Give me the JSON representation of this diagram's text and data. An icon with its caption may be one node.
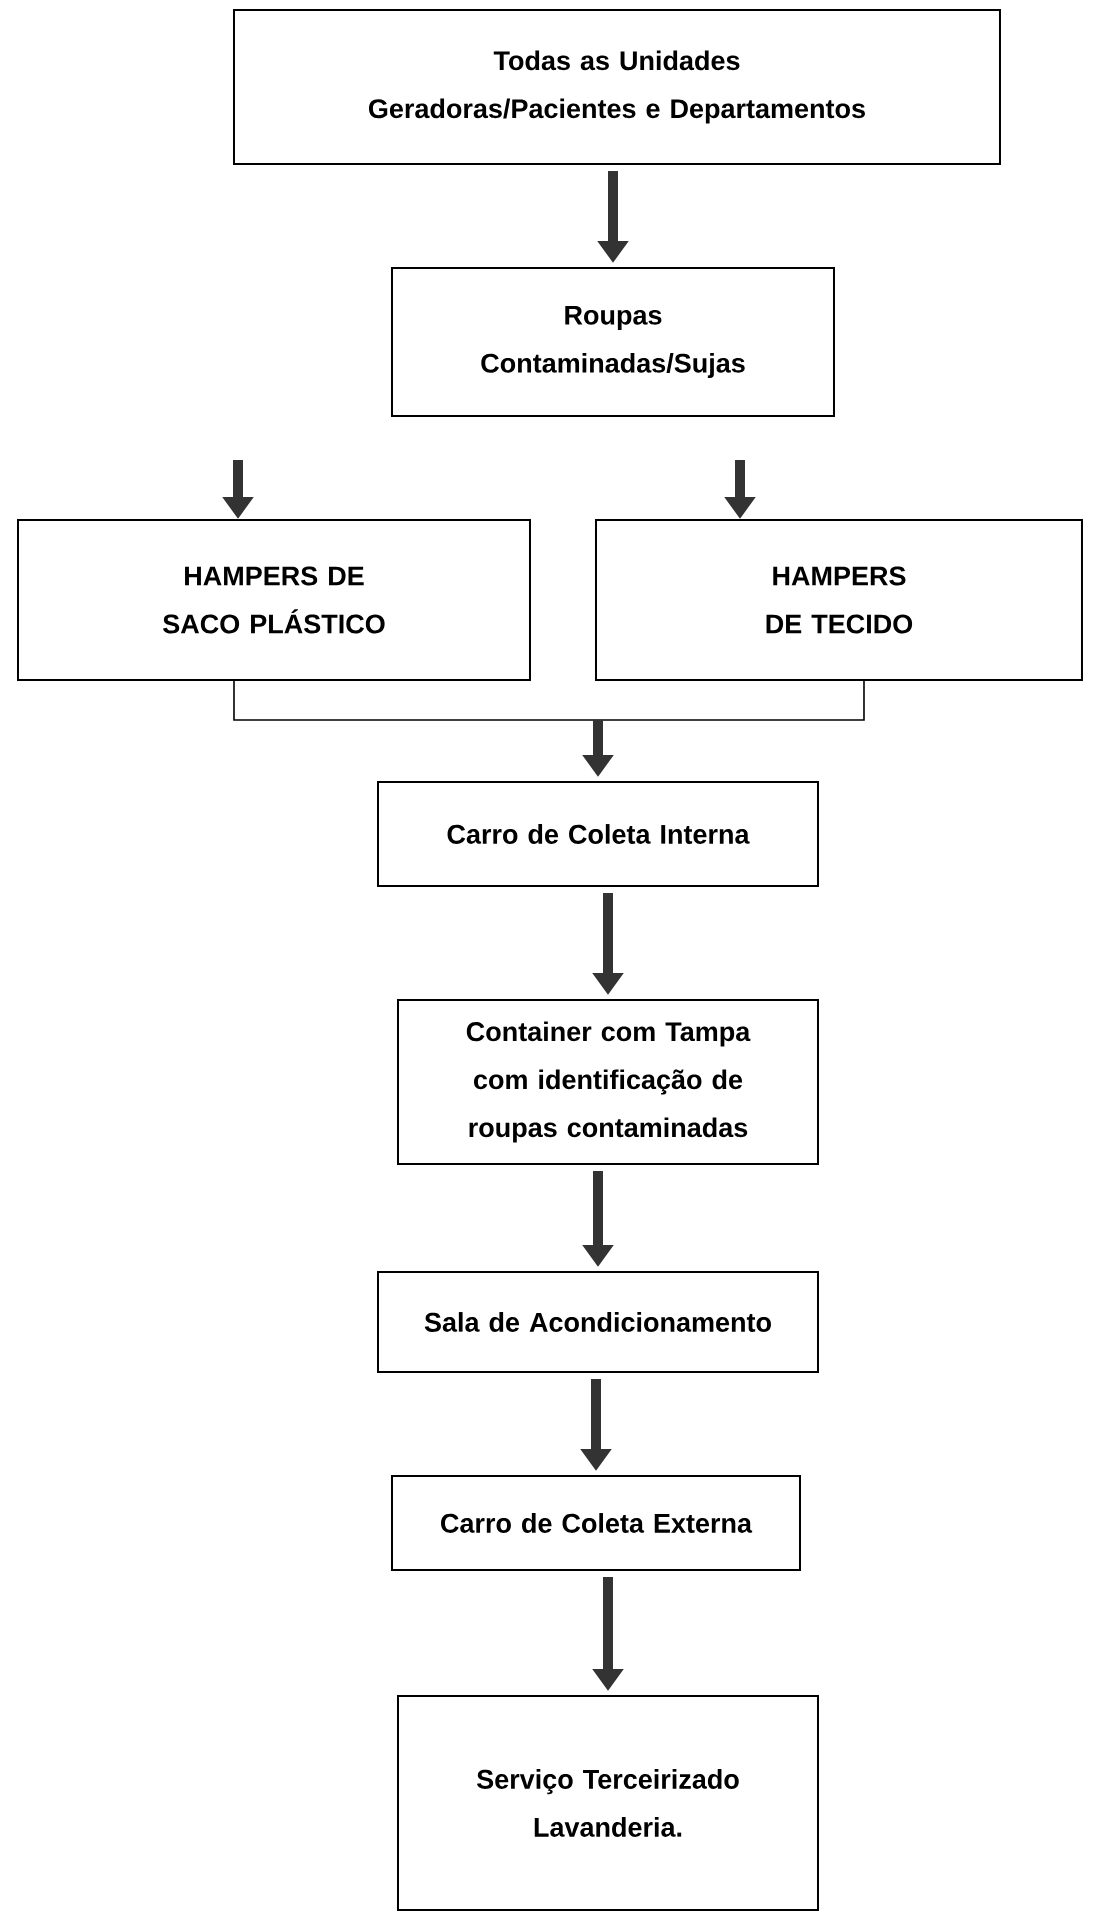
{
  "diagram": {
    "nodes": [
      {
        "text": [
          "Todas as Unidades Geradoras/Pacientes e Departamentos"
        ]
      },
      {
        "text": [
          "Roupas Contaminadas/Sujas"
        ]
      },
      {
        "text": [
          "HAMPERS DE SACO PLÁSTICO"
        ]
      },
      {
        "text": [
          "HAMPERS DE TECIDO"
        ]
      },
      {
        "text": [
          "Carro de Coleta Interna"
        ]
      },
      {
        "text": [
          "Container com Tampa com identificação de roupas contaminadas"
        ]
      },
      {
        "text": [
          "Sala de Acondicionamento"
        ]
      },
      {
        "text": [
          "Carro de Coleta Externa"
        ]
      },
      {
        "text": [
          "Serviço Terceirizado Lavanderia."
        ]
      }
    ],
    "edges": [
      {
        "from": 0,
        "to": 1,
        "arrow": "to"
      },
      {
        "from": null,
        "to": 2,
        "arrow": "to"
      },
      {
        "from": 1,
        "to": 3,
        "arrow": "to"
      },
      {
        "from": 2,
        "to": 4,
        "arrow": "to"
      },
      {
        "from": 3,
        "to": 4,
        "arrow": "to"
      },
      {
        "from": 4,
        "to": 5,
        "arrow": "to"
      },
      {
        "from": 5,
        "to": 6,
        "arrow": "to"
      },
      {
        "from": 6,
        "to": 7,
        "arrow": "to"
      },
      {
        "from": 7,
        "to": 8,
        "arrow": "to"
      }
    ]
  }
}
